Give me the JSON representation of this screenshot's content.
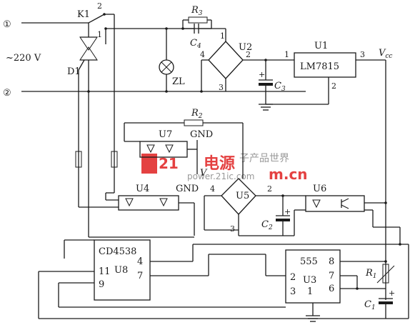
{
  "terminals": {
    "line1": "①",
    "line2": "②",
    "ac_voltage": "~220 V"
  },
  "components": {
    "K1": "K1",
    "K1_pin1": "1",
    "K1_pin2": "2",
    "D1": "D1",
    "ZL": "ZL",
    "R3": "R",
    "R3_sub": "3",
    "C4": "C",
    "C4_sub": "4",
    "U2": "U2",
    "U2_p1": "1",
    "U2_p2": "2",
    "U2_p3": "3",
    "U2_p4": "4",
    "C3": "C",
    "C3_sub": "3",
    "C3_plus": "+",
    "U1": "U1",
    "U1_part": "LM7815",
    "U1_p1": "1",
    "U1_p2": "2",
    "U1_p3": "3",
    "Vcc": "V",
    "Vcc_sub": "cc",
    "R2": "R",
    "R2_sub": "2",
    "U7": "U7",
    "U7_gnd": "GND",
    "U4": "U4",
    "U4_gnd": "GND",
    "U5": "U5",
    "U5_p2": "2",
    "U5_p3": "3",
    "U5_p4": "4",
    "C2": "C",
    "C2_sub": "2",
    "C2_plus": "+",
    "U6": "U6",
    "U8_part": "CD4538",
    "U8": "U8",
    "U8_p4": "4",
    "U8_p7": "7",
    "U8_p9": "9",
    "U8_p11": "11",
    "U3_part": "555",
    "U3": "U3",
    "U3_p1": "1",
    "U3_p2": "2",
    "U3_p3": "3",
    "U3_p6": "6",
    "U3_p7": "7",
    "U3_p8": "8",
    "R1": "R",
    "R1_sub": "1",
    "C1": "C",
    "C1_sub": "1",
    "C1_plus": "+",
    "Vx": "V"
  },
  "watermark": {
    "logo": "21",
    "text": "电源",
    "sub": "子产品世界",
    "url": "power.21ic.com",
    "url2": "m.cn"
  }
}
